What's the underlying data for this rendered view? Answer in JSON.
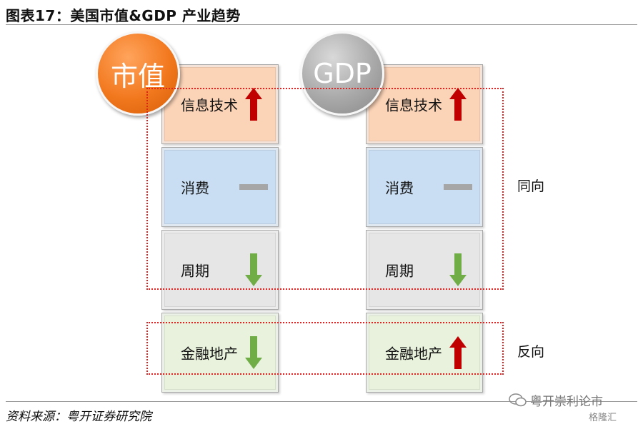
{
  "title": "图表17：美国市值&GDP 产业趋势",
  "source": "资料来源：粤开证券研究院",
  "columns": {
    "market_value": {
      "header": "市值",
      "sectors": [
        {
          "label": "信息技术",
          "trend": "up"
        },
        {
          "label": "消费",
          "trend": "flat"
        },
        {
          "label": "周期",
          "trend": "down"
        },
        {
          "label": "金融地产",
          "trend": "down"
        }
      ]
    },
    "gdp": {
      "header": "GDP",
      "sectors": [
        {
          "label": "信息技术",
          "trend": "up"
        },
        {
          "label": "消费",
          "trend": "flat"
        },
        {
          "label": "周期",
          "trend": "down"
        },
        {
          "label": "金融地产",
          "trend": "up"
        }
      ]
    }
  },
  "groups": {
    "same_direction": "同向",
    "reverse_direction": "反向"
  },
  "watermark": {
    "brand": "粤开崇利论市",
    "logo": "格隆汇"
  },
  "colors": {
    "up_arrow": "#c00000",
    "down_arrow": "#70ad47",
    "flat_bar": "#a6a6a6",
    "dotted_box": "#e0211f",
    "market_value_circle": "#f2781e",
    "gdp_circle": "#a9a9a9"
  }
}
